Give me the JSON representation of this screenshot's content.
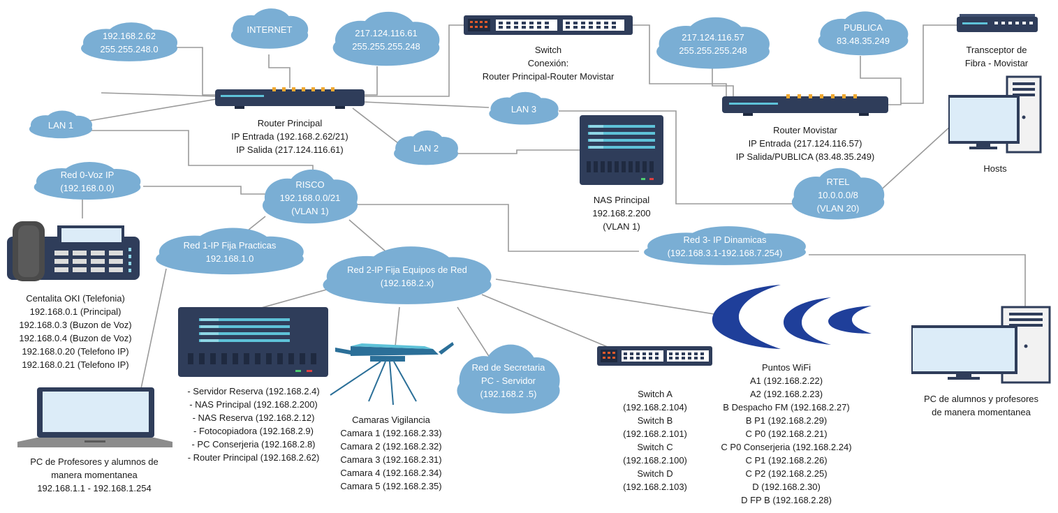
{
  "clouds": {
    "c_ip62": [
      "192.168.2.62",
      "255.255.248.0"
    ],
    "c_internet": [
      "INTERNET"
    ],
    "c_ip61": [
      "217.124.116.61",
      "255.255.255.248"
    ],
    "c_ip57": [
      "217.124.116.57",
      "255.255.255.248"
    ],
    "c_publica": [
      "PUBLICA",
      "83.48.35.249"
    ],
    "c_lan1": [
      "LAN 1"
    ],
    "c_lan3": [
      "LAN 3"
    ],
    "c_lan2": [
      "LAN 2"
    ],
    "c_red0": [
      "Red 0-Voz IP",
      "(192.168.0.0)"
    ],
    "c_risco": [
      "RISCO",
      "192.168.0.0/21",
      "(VLAN 1)"
    ],
    "c_rtel": [
      "RTEL",
      "10.0.0.0/8",
      "(VLAN 20)"
    ],
    "c_red3": [
      "Red 3- IP Dinamicas",
      "(192.168.3.1-192.168.7.254)"
    ],
    "c_red1": [
      "Red 1-IP Fija Practicas",
      "192.168.1.0"
    ],
    "c_red2": [
      "Red 2-IP Fija Equipos de Red",
      "(192.168.2.x)"
    ],
    "c_secretaria": [
      "Red de Secretaria",
      "PC - Servidor",
      "(192.168.2 .5)"
    ]
  },
  "labels": {
    "switch_top": [
      "Switch",
      "Conexión:",
      "Router Principal-Router Movistar"
    ],
    "transceptor": [
      "Transceptor de",
      "Fibra - Movistar"
    ],
    "router_principal": [
      "Router Principal",
      "IP Entrada (192.168.2.62/21)",
      "IP Salida (217.124.116.61)"
    ],
    "router_movistar": [
      "Router Movistar",
      "IP Entrada (217.124.116.57)",
      "IP Salida/PUBLICA (83.48.35.249)"
    ],
    "hosts": [
      "Hosts"
    ],
    "nas_principal": [
      "NAS Principal",
      "192.168.2.200",
      "(VLAN 1)"
    ],
    "centralita": [
      "Centalita OKI (Telefonia)",
      "192.168.0.1 (Principal)",
      "192.168.0.3 (Buzon de Voz)",
      "192.168.0.4 (Buzon de Voz)",
      "192.168.0.20 (Telefono IP)",
      "192.168.0.21 (Telefono IP)"
    ],
    "servidores": [
      "- Servidor Reserva (192.168.2.4)",
      "- NAS Principal (192.168.2.200)",
      "- NAS Reserva (192.168.2.12)",
      "- Fotocopiadora (192.168.2.9)",
      "- PC Conserjeria (192.168.2.8)",
      "- Router Principal (192.168.2.62)"
    ],
    "camaras": [
      "Camaras Vigilancia",
      "Camara 1 (192.168.2.33)",
      "Camara 2 (192.168.2.32)",
      "Camara 3 (192.168.2.31)",
      "Camara 4 (192.168.2.34)",
      "Camara 5  (192.168.2.35)"
    ],
    "switches": [
      "Switch A",
      "(192.168.2.104)",
      "Switch B",
      "(192.168.2.101)",
      "Switch C",
      "(192.168.2.100)",
      "Switch D",
      "(192.168.2.103)"
    ],
    "wifi": [
      "Puntos WiFi",
      "A1 (192.168.2.22)",
      "A2 (192.168.2.23)",
      "B Despacho FM (192.168.2.27)",
      "B P1 (192.168.2.29)",
      "C P0 (192.168.2.21)",
      "C P0 Conserjeria (192.168.2.24)",
      "C P1 (192.168.2.26)",
      "C P2 (192.168.2.25)",
      "D (192.168.2.30)",
      "D FP B (192.168.2.28)"
    ],
    "pc_alumnos": [
      "PC de alumnos y profesores",
      "de manera momentanea"
    ],
    "pc_profesores": [
      "PC de Profesores y alumnos de",
      "manera momentanea",
      "192.168.1.1 - 192.168.1.254"
    ]
  },
  "colors": {
    "cloud": "#7aaed4",
    "line": "#9a9a9a",
    "device_dark": "#2f3d5a",
    "wifi": "#1f3f9a",
    "screen": "#dcecf8"
  }
}
